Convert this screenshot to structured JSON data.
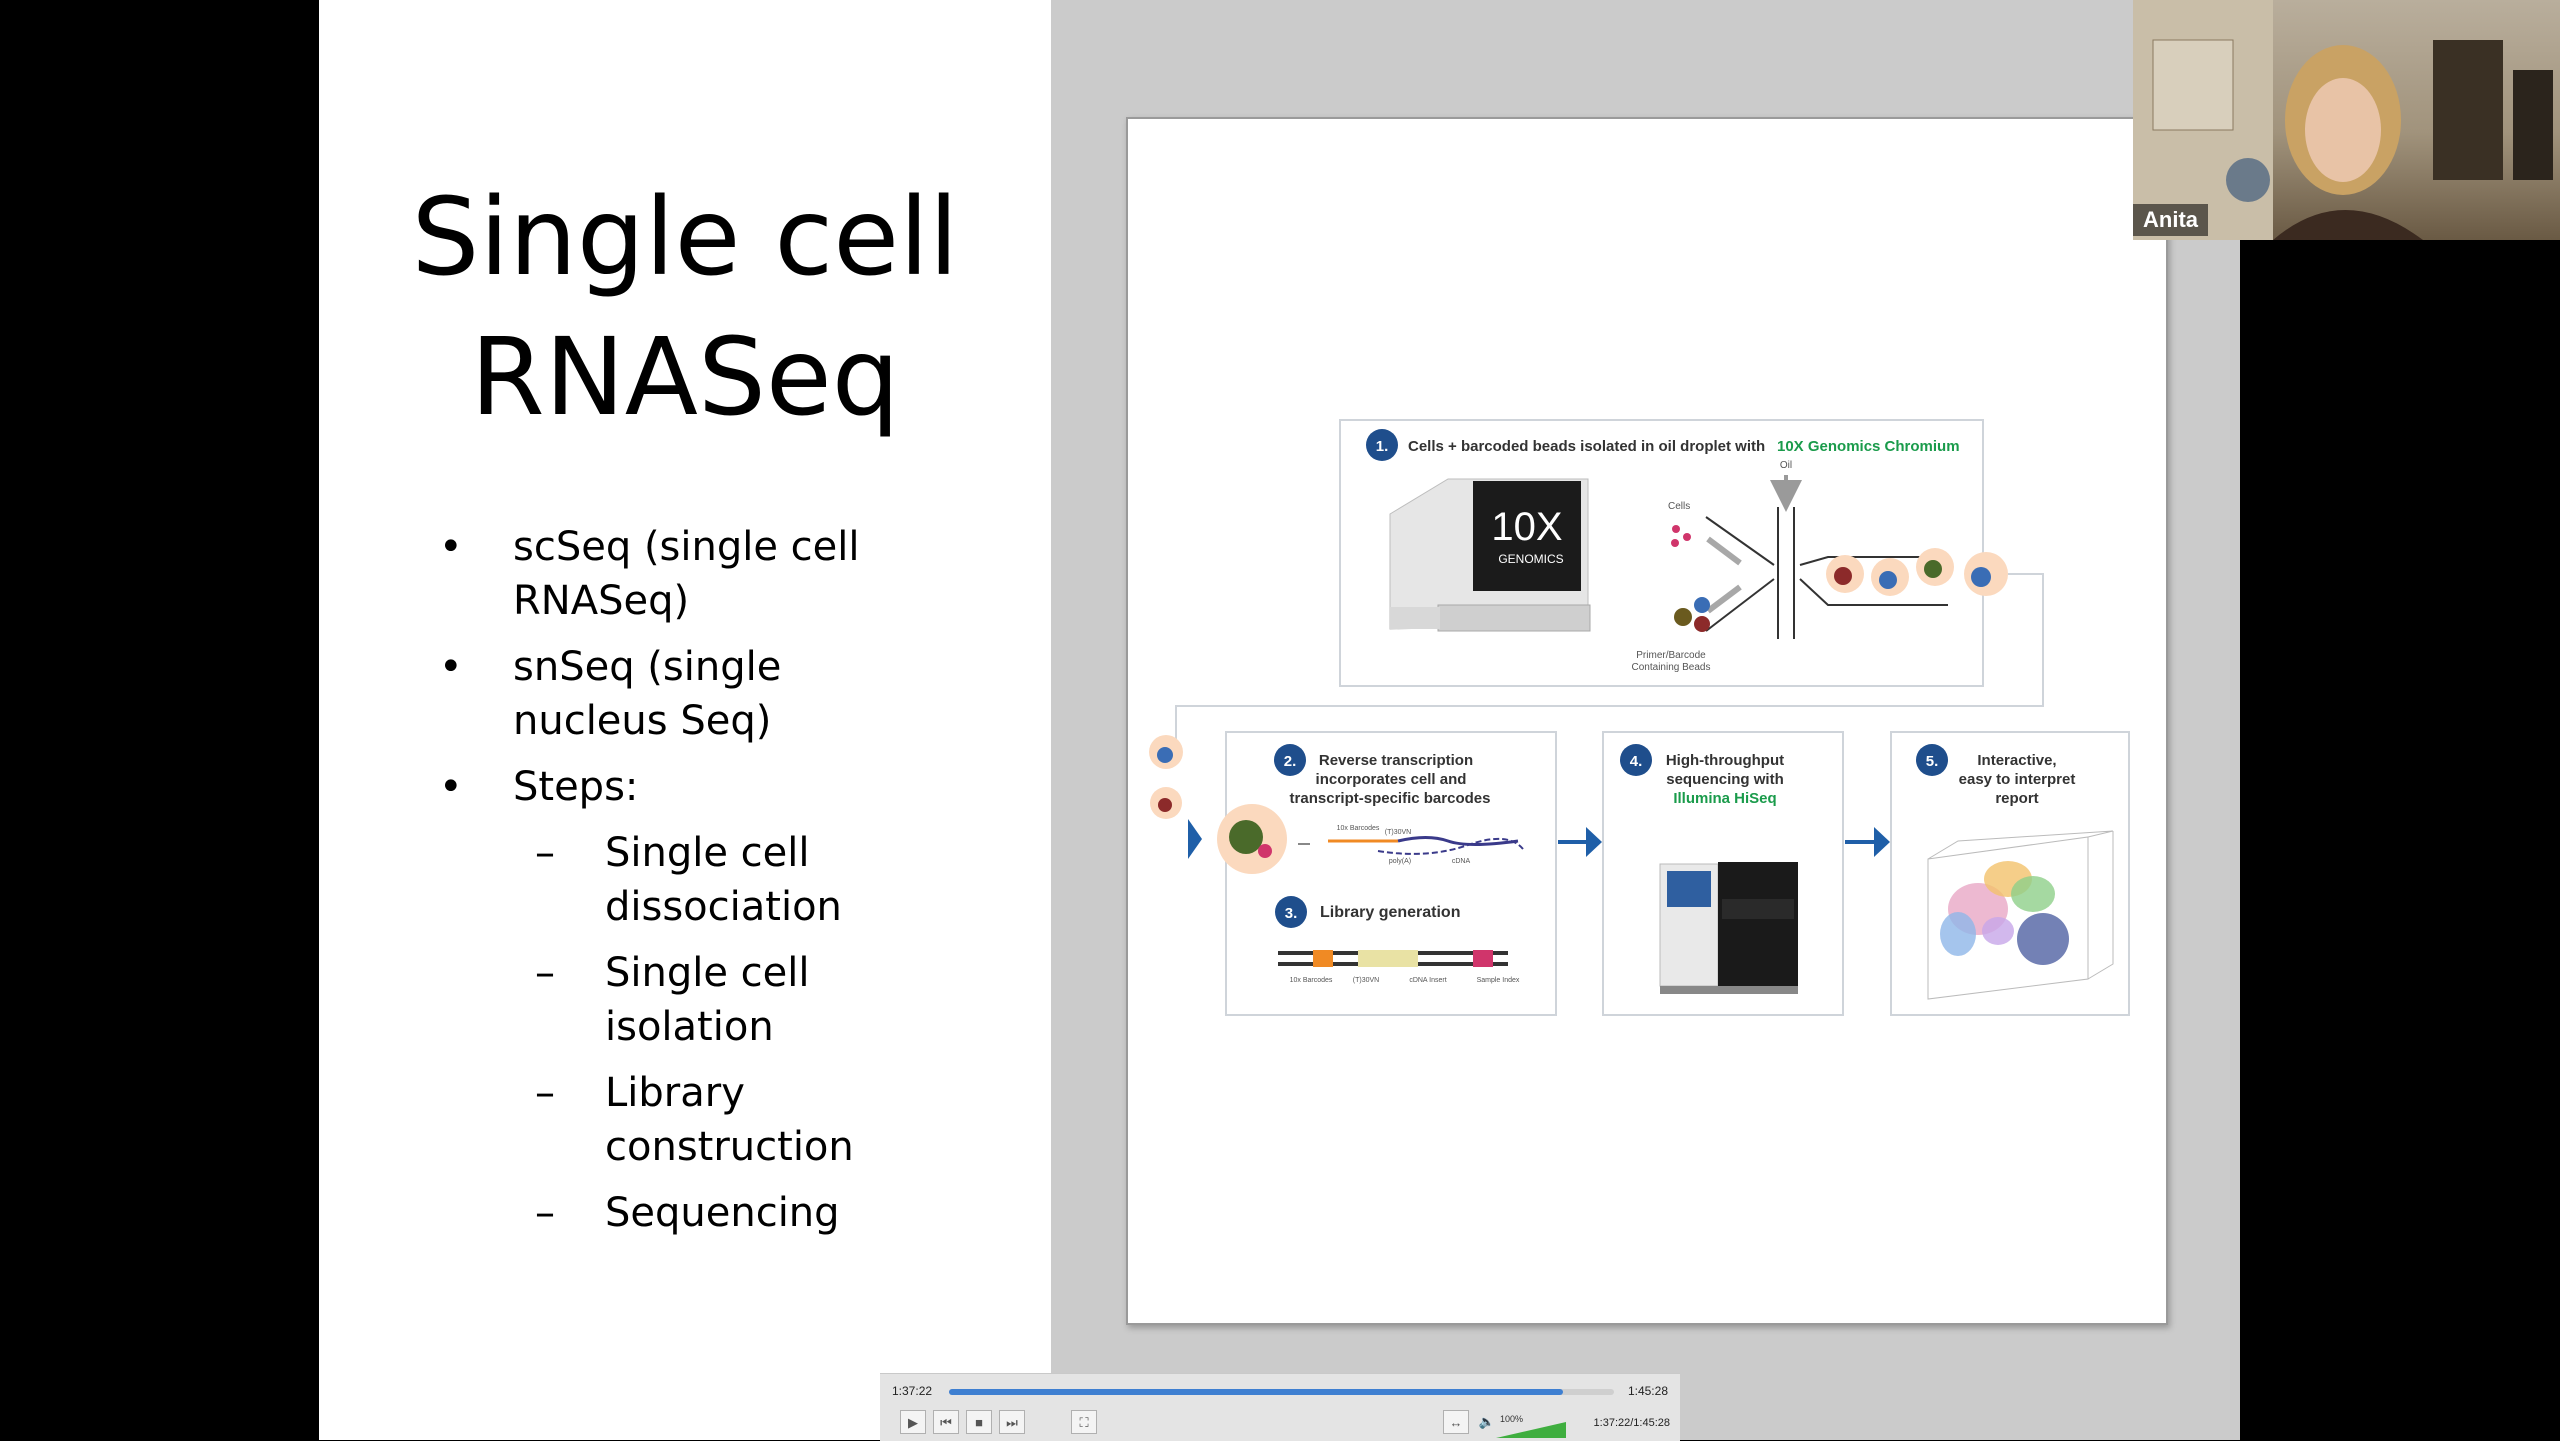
{
  "slide": {
    "title_line1": "Single cell",
    "title_line2": "RNASeq",
    "bullets": [
      {
        "marker": "•",
        "text": "scSeq (single cell RNASeq)"
      },
      {
        "marker": "•",
        "text": "snSeq (single nucleus Seq)"
      },
      {
        "marker": "•",
        "text": "Steps:"
      }
    ],
    "sub_bullets": [
      {
        "marker": "–",
        "text": "Single cell dissociation"
      },
      {
        "marker": "–",
        "text": "Single cell isolation"
      },
      {
        "marker": "–",
        "text": "Library construction"
      },
      {
        "marker": "–",
        "text": "Sequencing"
      }
    ]
  },
  "figure": {
    "step1_num": "1.",
    "step1_title": "Cells + barcoded beads isolated in oil droplet with",
    "step1_brand": "10X Genomics Chromium",
    "instrument_logo": "10X",
    "instrument_sub": "GENOMICS",
    "label_oil": "Oil",
    "label_cells": "Cells",
    "label_beads_1": "Primer/Barcode",
    "label_beads_2": "Containing Beads",
    "step2_num": "2.",
    "step2_l1": "Reverse transcription",
    "step2_l2": "incorporates cell and",
    "step2_l3": "transcript-specific barcodes",
    "step2_lab_barcodes": "10x Barcodes",
    "step2_lab_polyt": "(T)30VN",
    "step2_lab_polya": "poly(A)",
    "step2_lab_cdna": "cDNA",
    "step3_num": "3.",
    "step3_title": "Library generation",
    "lib_labels": [
      "10x Barcodes",
      "(T)30VN",
      "cDNA Insert",
      "Sample Index"
    ],
    "step4_num": "4.",
    "step4_l1": "High-throughput",
    "step4_l2": "sequencing with",
    "step4_brand": "Illumina HiSeq",
    "step5_num": "5.",
    "step5_l1": "Interactive,",
    "step5_l2": "easy to interpret",
    "step5_l3": "report",
    "accent_blue": "#1f4e8c",
    "accent_green": "#1a9b4b"
  },
  "webcam": {
    "name": "Anita"
  },
  "player": {
    "current": "1:37:22",
    "duration": "1:45:28",
    "both": "1:37:22/1:45:28",
    "progress": 0.923,
    "volume": "100%",
    "icons": [
      "play-icon",
      "previous-icon",
      "stop-icon",
      "next-icon",
      "fullscreen-icon",
      "resize-icon",
      "speaker-icon"
    ]
  }
}
